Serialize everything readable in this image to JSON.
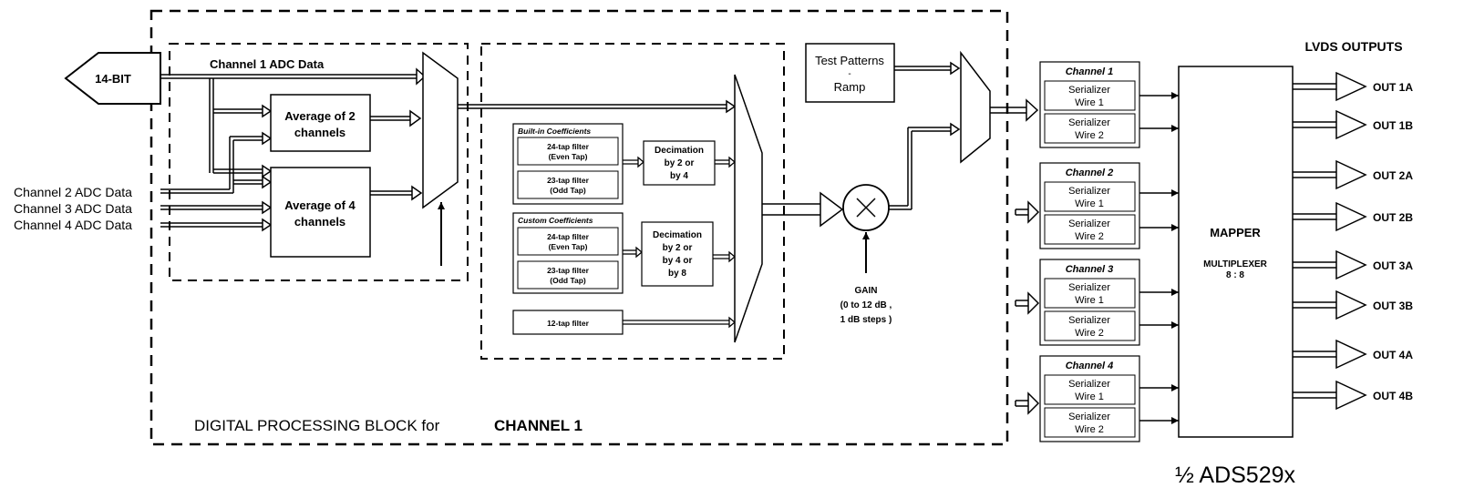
{
  "input": {
    "label": "14-BIT",
    "ch1_data": "Channel 1 ADC Data"
  },
  "ext_inputs": [
    "Channel 2 ADC Data",
    "Channel 3 ADC Data",
    "Channel 4 ADC Data"
  ],
  "avg2": {
    "line1": "Average of 2",
    "line2": "channels"
  },
  "avg4": {
    "line1": "Average of 4",
    "line2": "channels"
  },
  "builtin": {
    "title": "Built-in Coefficients",
    "f24": {
      "line1": "24-tap filter",
      "line2": "(Even Tap)"
    },
    "f23": {
      "line1": "23-tap filter",
      "line2": "(Odd Tap)"
    },
    "dec": {
      "line1": "Decimation",
      "line2": "by 2 or",
      "line3": "by 4"
    }
  },
  "custom": {
    "title": "Custom Coefficients",
    "f24": {
      "line1": "24-tap filter",
      "line2": "(Even Tap)"
    },
    "f23": {
      "line1": "23-tap filter",
      "line2": "(Odd Tap)"
    },
    "dec": {
      "line1": "Decimation",
      "line2": "by 2 or",
      "line3": "by 4 or",
      "line4": "by 8"
    }
  },
  "tap12": "12-tap filter",
  "test": {
    "line1": "Test Patterns",
    "line2": "-",
    "line3": "Ramp"
  },
  "gain": {
    "line1": "GAIN",
    "line2": "(0  to  12  dB ,",
    "line3": "1  dB steps )"
  },
  "block_label": {
    "prefix": "DIGITAL PROCESSING BLOCK for",
    "channel": "CHANNEL 1"
  },
  "channels": [
    {
      "title": "Channel    1",
      "s1a": "Serializer",
      "s1b": "Wire   1",
      "s2a": "Serializer",
      "s2b": "Wire   2"
    },
    {
      "title": "Channel    2",
      "s1a": "Serializer",
      "s1b": "Wire   1",
      "s2a": "Serializer",
      "s2b": "Wire   2"
    },
    {
      "title": "Channel    3",
      "s1a": "Serializer",
      "s1b": "Wire   1",
      "s2a": "Serializer",
      "s2b": "Wire   2"
    },
    {
      "title": "Channel    4",
      "s1a": "Serializer",
      "s1b": "Wire   1",
      "s2a": "Serializer",
      "s2b": "Wire   2"
    }
  ],
  "mapper": {
    "title": "MAPPER",
    "sub1": "MULTIPLEXER",
    "sub2": "8 : 8"
  },
  "lvds_title": "LVDS OUTPUTS",
  "outputs": [
    "OUT 1A",
    "OUT 1B",
    "OUT 2A",
    "OUT 2B",
    "OUT 3A",
    "OUT 3B",
    "OUT 4A",
    "OUT 4B"
  ],
  "device": "½ ADS529x"
}
